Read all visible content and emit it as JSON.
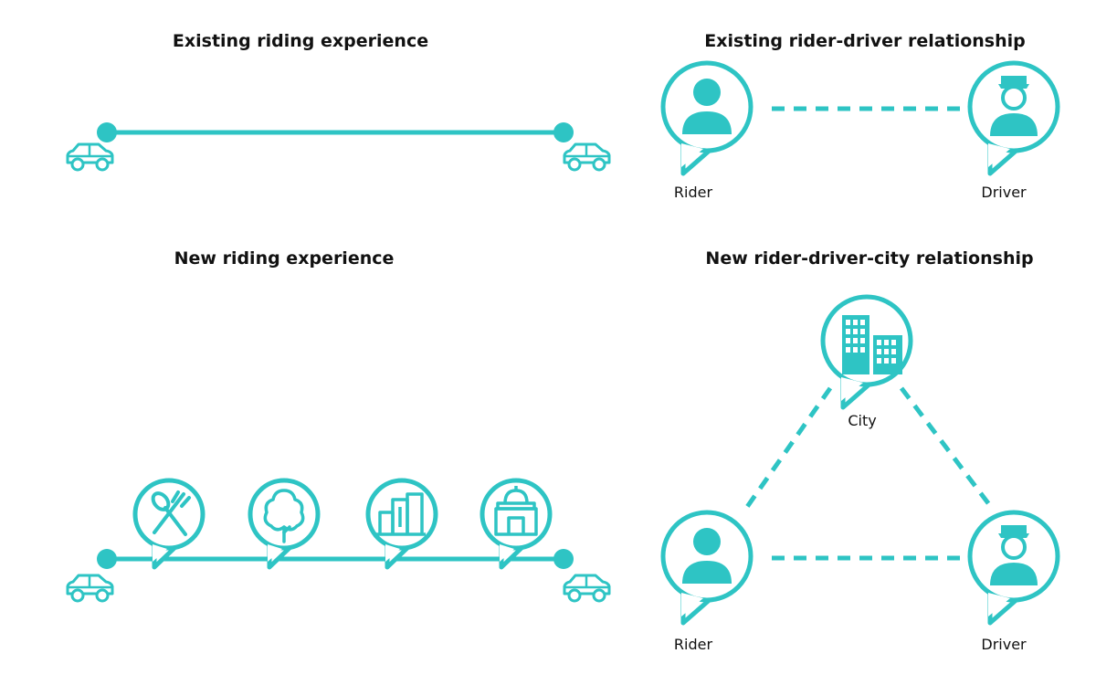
{
  "panels": {
    "existing_riding": {
      "title": "Existing riding experience"
    },
    "existing_relationship": {
      "title": "Existing rider-driver relationship",
      "rider_label": "Rider",
      "driver_label": "Driver"
    },
    "new_riding": {
      "title": "New riding experience",
      "stops": [
        "fork-knife-icon",
        "tree-icon",
        "buildings-icon",
        "monument-icon"
      ]
    },
    "new_relationship": {
      "title": "New rider-driver-city relationship",
      "city_label": "City",
      "rider_label": "Rider",
      "driver_label": "Driver"
    }
  },
  "colors": {
    "accent": "#2ec4c4",
    "text": "#111111"
  }
}
